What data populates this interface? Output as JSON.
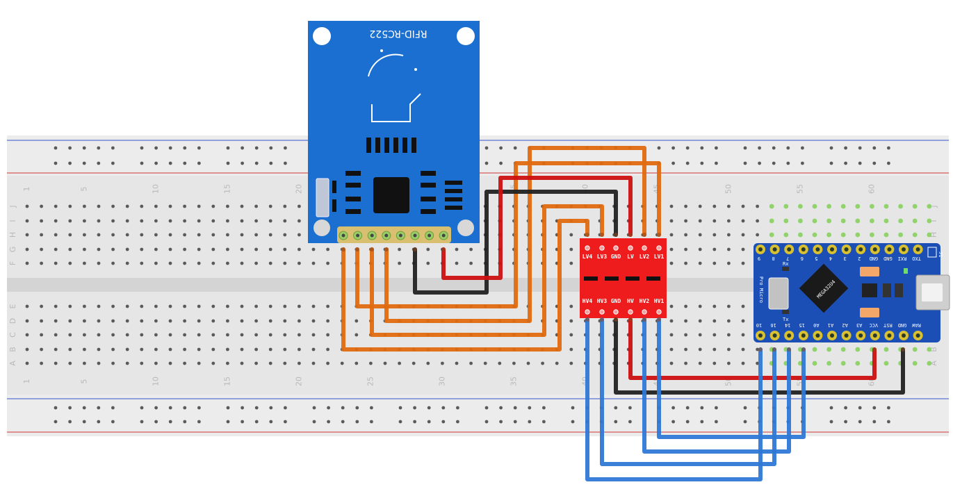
{
  "breadboard": {
    "column_numbers": [
      "1",
      "5",
      "10",
      "15",
      "20",
      "25",
      "30",
      "35",
      "40",
      "45",
      "50",
      "55",
      "60"
    ],
    "row_letters_top": [
      "J",
      "I",
      "H",
      "G",
      "F"
    ],
    "row_letters_bottom": [
      "E",
      "D",
      "C",
      "B",
      "A"
    ],
    "colors": {
      "board": "#e6e6e6",
      "trough": "#d4d4d4",
      "rail_blue": "#3355cc",
      "rail_red": "#cc3333",
      "hole": "#5a5a5a",
      "hole_active": "#8fd36a"
    }
  },
  "rfid_module": {
    "label": "RFID-RC522",
    "color": "#1a6fd0"
  },
  "level_shifter": {
    "top_pins": [
      "LV4",
      "LV3",
      "GND",
      "LV",
      "LV2",
      "LV1"
    ],
    "bottom_pins": [
      "HV4",
      "HV3",
      "GND",
      "HV",
      "HV2",
      "HV1"
    ],
    "color": "#ee1c1c"
  },
  "pro_micro": {
    "label": "Pro Micro",
    "chip_label": "MEGA32U4",
    "top_pins": [
      "9",
      "8",
      "7",
      "6",
      "5",
      "4",
      "3",
      "2",
      "GND",
      "GND",
      "RXI",
      "TXO"
    ],
    "bottom_pins": [
      "10",
      "16",
      "14",
      "15",
      "A0",
      "A1",
      "A2",
      "A3",
      "VCC",
      "RST",
      "GND",
      "RAW"
    ],
    "rx_label": "Rx",
    "tx_label": "Tx",
    "j_label": "J1",
    "color": "#1c4fb5"
  },
  "wire_colors": {
    "orange": "#e06a10",
    "red": "#cc1111",
    "black": "#222222",
    "blue": "#2f78d6"
  }
}
